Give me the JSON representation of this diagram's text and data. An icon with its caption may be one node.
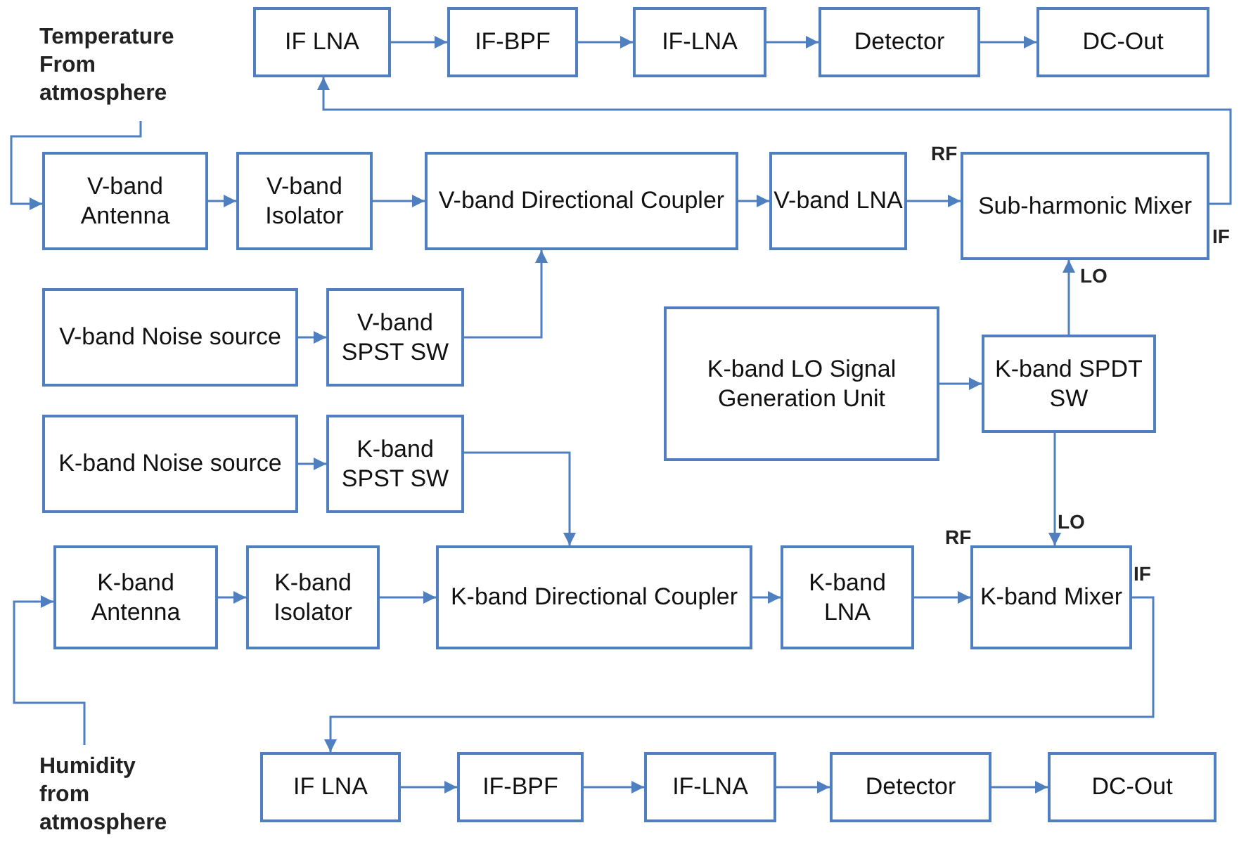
{
  "diagram": {
    "nodes": [
      {
        "text": [
          "Temperature From atmosphere"
        ]
      },
      {
        "text": [
          "IF LNA"
        ]
      },
      {
        "text": [
          "IF-BPF"
        ]
      },
      {
        "text": [
          "IF-LNA"
        ]
      },
      {
        "text": [
          "Detector"
        ]
      },
      {
        "text": [
          "DC-Out"
        ]
      },
      {
        "text": [
          "V-band Antenna"
        ]
      },
      {
        "text": [
          "V-band Isolator"
        ]
      },
      {
        "text": [
          "V-band Directional Coupler"
        ]
      },
      {
        "text": [
          "V-band LNA"
        ]
      },
      {
        "text": [
          "Sub-harmonic Mixer"
        ]
      },
      {
        "text": [
          "V-band Noise source"
        ]
      },
      {
        "text": [
          "V-band SPST SW"
        ]
      },
      {
        "text": [
          "K-band LO Signal Generation Unit"
        ]
      },
      {
        "text": [
          "K-band SPDT SW"
        ]
      },
      {
        "text": [
          "K-band Noise source"
        ]
      },
      {
        "text": [
          "K-band SPST SW"
        ]
      },
      {
        "text": [
          "K-band Antenna"
        ]
      },
      {
        "text": [
          "K-band Isolator"
        ]
      },
      {
        "text": [
          "K-band Directional Coupler"
        ]
      },
      {
        "text": [
          "K-band LNA"
        ]
      },
      {
        "text": [
          "K-band Mixer"
        ]
      },
      {
        "text": [
          "Humidity from atmosphere"
        ]
      },
      {
        "text": [
          "IF LNA"
        ]
      },
      {
        "text": [
          "IF-BPF"
        ]
      },
      {
        "text": [
          "IF-LNA"
        ]
      },
      {
        "text": [
          "Detector"
        ]
      },
      {
        "text": [
          "DC-Out"
        ]
      }
    ],
    "edges": [
      {
        "from": 0,
        "to": 6,
        "arrow": "to"
      },
      {
        "from": 6,
        "to": 7,
        "arrow": "to"
      },
      {
        "from": 7,
        "to": 8,
        "arrow": "to"
      },
      {
        "from": 8,
        "to": 9,
        "arrow": "to"
      },
      {
        "from": 9,
        "to": 10,
        "arrow": "to"
      },
      {
        "from": 10,
        "to": 1,
        "arrow": "to"
      },
      {
        "from": 1,
        "to": 2,
        "arrow": "to"
      },
      {
        "from": 2,
        "to": 3,
        "arrow": "to"
      },
      {
        "from": 3,
        "to": 4,
        "arrow": "to"
      },
      {
        "from": 4,
        "to": 5,
        "arrow": "to"
      },
      {
        "from": 11,
        "to": 12,
        "arrow": "to"
      },
      {
        "from": 12,
        "to": 8,
        "arrow": "to"
      },
      {
        "from": 13,
        "to": 14,
        "arrow": "to"
      },
      {
        "from": 14,
        "to": 10,
        "arrow": "to"
      },
      {
        "from": 14,
        "to": 21,
        "arrow": "to"
      },
      {
        "from": 15,
        "to": 16,
        "arrow": "to"
      },
      {
        "from": 16,
        "to": 19,
        "arrow": "to"
      },
      {
        "from": 22,
        "to": 17,
        "arrow": "to"
      },
      {
        "from": 17,
        "to": 18,
        "arrow": "to"
      },
      {
        "from": 18,
        "to": 19,
        "arrow": "to"
      },
      {
        "from": 19,
        "to": 20,
        "arrow": "to"
      },
      {
        "from": 20,
        "to": 21,
        "arrow": "to"
      },
      {
        "from": 21,
        "to": 23,
        "arrow": "to"
      },
      {
        "from": 23,
        "to": 24,
        "arrow": "to"
      },
      {
        "from": 24,
        "to": 25,
        "arrow": "to"
      },
      {
        "from": 25,
        "to": 26,
        "arrow": "to"
      },
      {
        "from": 26,
        "to": 27,
        "arrow": "to"
      }
    ],
    "labels": [
      "RF",
      "IF",
      "LO",
      "LO",
      "RF",
      "IF"
    ]
  }
}
